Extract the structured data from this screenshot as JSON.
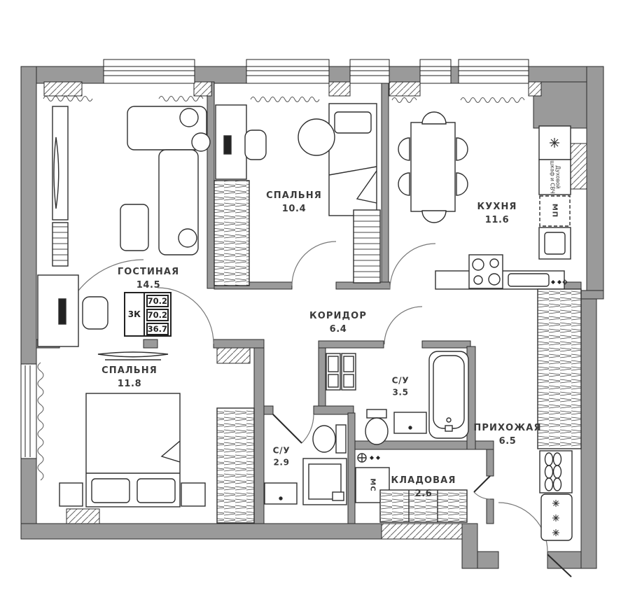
{
  "plan": {
    "info_table": {
      "type": "3К",
      "values": [
        "70.2",
        "70.2",
        "36.7"
      ]
    },
    "rooms": [
      {
        "name": "ГОСТИНАЯ",
        "area": "14.5"
      },
      {
        "name": "СПАЛЬНЯ",
        "area": "10.4"
      },
      {
        "name": "КУХНЯ",
        "area": "11.6"
      },
      {
        "name": "КОРИДОР",
        "area": "6.4"
      },
      {
        "name": "СПАЛЬНЯ",
        "area": "11.8"
      },
      {
        "name": "С/У",
        "area": "3.5"
      },
      {
        "name": "С/У",
        "area": "2.9"
      },
      {
        "name": "ПРИХОЖАЯ",
        "area": "6.5"
      },
      {
        "name": "КЛАДОВАЯ",
        "area": "2.6"
      }
    ],
    "appliance_labels": {
      "oven_microwave": "Духовой шкаф и СВЧ",
      "dishwasher": "МП",
      "washing_machine": "МС"
    },
    "colors": {
      "wall": "#9a9a9a",
      "line": "#222222",
      "background": "#ffffff"
    }
  }
}
